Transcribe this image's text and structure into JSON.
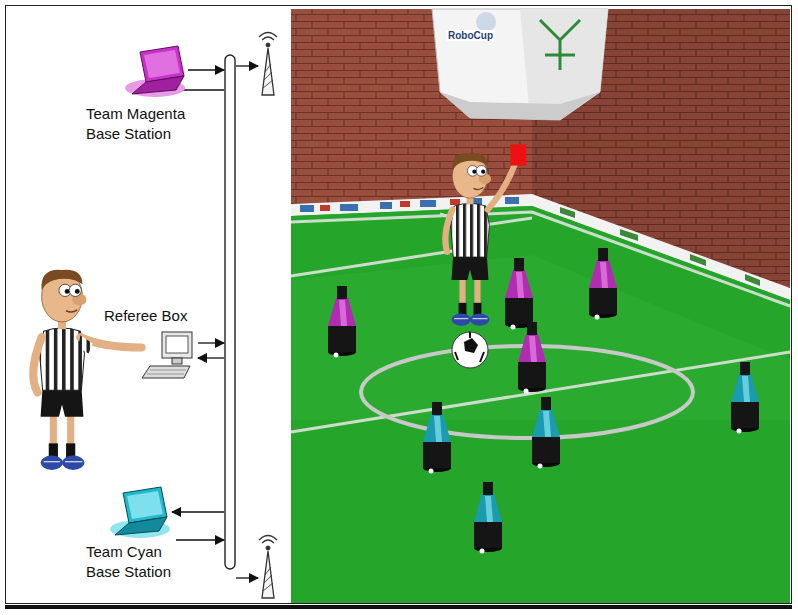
{
  "diagram": {
    "nodes": [
      {
        "text": [
          "Team Magenta Base Station"
        ]
      },
      {
        "text": [
          "Referee Box"
        ]
      },
      {
        "text": [
          "Team Cyan Base Station"
        ]
      }
    ],
    "labels": [
      "RoboCup"
    ]
  }
}
